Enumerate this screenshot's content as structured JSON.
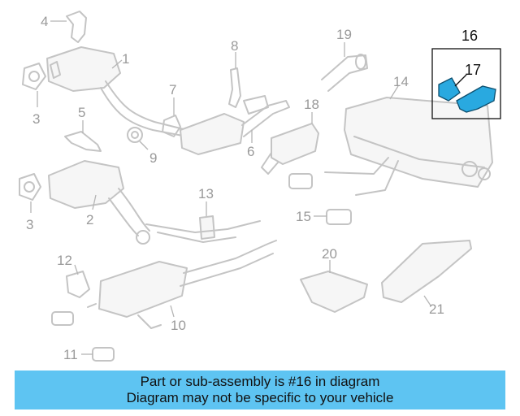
{
  "callouts": {
    "c1": "1",
    "c2": "2",
    "c3a": "3",
    "c3b": "3",
    "c4": "4",
    "c5": "5",
    "c6": "6",
    "c7": "7",
    "c8": "8",
    "c9": "9",
    "c10": "10",
    "c11": "11",
    "c12": "12",
    "c13": "13",
    "c14": "14",
    "c15": "15",
    "c16": "16",
    "c17": "17",
    "c18": "18",
    "c19": "19",
    "c20": "20",
    "c21": "21"
  },
  "highlight": {
    "callout": "16",
    "sub_callout": "17",
    "accent_color": "#29a9e0"
  },
  "banner": {
    "line1": "Part or sub-assembly is #16 in diagram",
    "line2": "Diagram may not be specific to your vehicle",
    "background_color": "#5ec4f2"
  }
}
